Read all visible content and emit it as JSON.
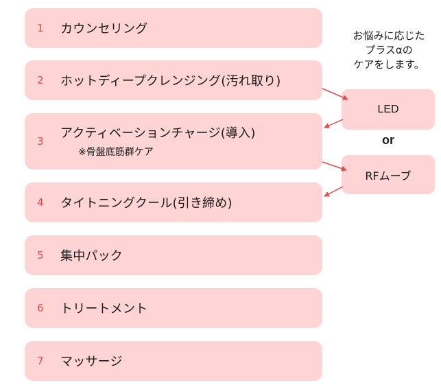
{
  "steps": [
    {
      "num": "1",
      "label": "カウンセリング"
    },
    {
      "num": "2",
      "label": "ホットディープクレンジング(汚れ取り)"
    },
    {
      "num": "3",
      "label": "アクティベーションチャージ(導入)",
      "sub": "※骨盤底筋群ケア"
    },
    {
      "num": "4",
      "label": "タイトニングクール(引き締め)"
    },
    {
      "num": "5",
      "label": "集中パック"
    },
    {
      "num": "6",
      "label": "トリートメント"
    },
    {
      "num": "7",
      "label": "マッサージ"
    }
  ],
  "note": {
    "line1": "お悩みに応じた",
    "line2": "プラスαの",
    "line3": "ケアをします。"
  },
  "options": {
    "led": "LED",
    "or": "or",
    "rf": "RFムーブ"
  },
  "colors": {
    "box_fill": "#ffd4d4",
    "number": "#e24c4c",
    "arrow": "#e24c4c"
  }
}
